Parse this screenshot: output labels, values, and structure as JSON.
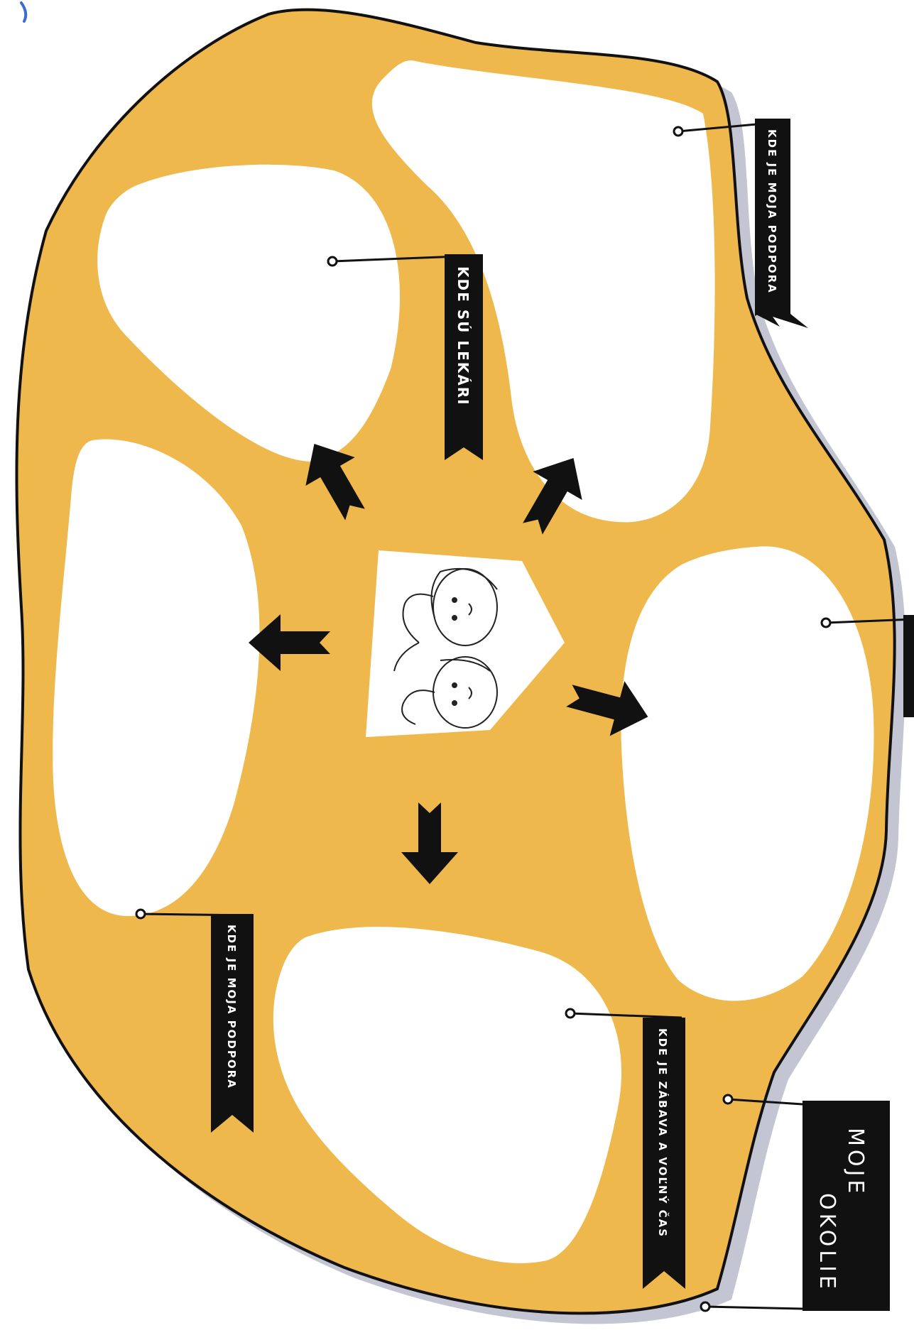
{
  "title": {
    "line1": "MOJE",
    "line2": "OKOLIE"
  },
  "flags": {
    "top_right": "KDE JE MOJA PODPORA",
    "top_center": "KDE SÚ LEKÁRI",
    "bottom_left": "KDE JE MOJA PODPORA",
    "bottom_center": "KDE JE ZÁBAVA A VOĽNÝ ČAS"
  },
  "colors": {
    "land": "#eeb84c",
    "shadow": "#c4c5d2",
    "ink": "#111111",
    "paper": "#ffffff"
  },
  "center_icon": "family-house-icon"
}
